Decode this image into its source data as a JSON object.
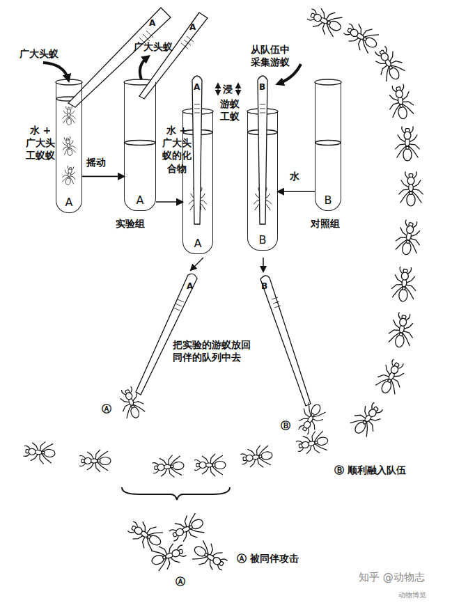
{
  "diagram": {
    "nodes": [
      {
        "text": [
          "A"
        ]
      },
      {
        "text": [
          "A"
        ]
      },
      {
        "text": [
          "A"
        ]
      },
      {
        "text": [
          "B"
        ]
      },
      {
        "text": [
          "B"
        ]
      }
    ],
    "edges": [
      {
        "from": 0,
        "to": 1,
        "label": "摇动",
        "arrow": "to"
      },
      {
        "from": 1,
        "to": 2,
        "label": "水 + 广大头 蚁的化 合物",
        "arrow": "to"
      },
      {
        "from": 4,
        "to": 3,
        "label": "水",
        "arrow": "to"
      }
    ],
    "labels": [
      "广大头蚁",
      "广大头蚁",
      "水 + 广大头 工蚁蚁",
      "实验组",
      "浸",
      "游蚁 工蚁",
      "从队伍中 采集游蚁",
      "对照组",
      "A",
      "A",
      "A",
      "B",
      "把实验的游蚁放回 同伴的队列中去",
      "A",
      "B",
      "Ⓐ",
      "Ⓑ",
      "Ⓑ 顺利融入队伍",
      "Ⓐ",
      "Ⓐ 被同伴攻击",
      "知乎 @动物志",
      "动物博览"
    ]
  }
}
